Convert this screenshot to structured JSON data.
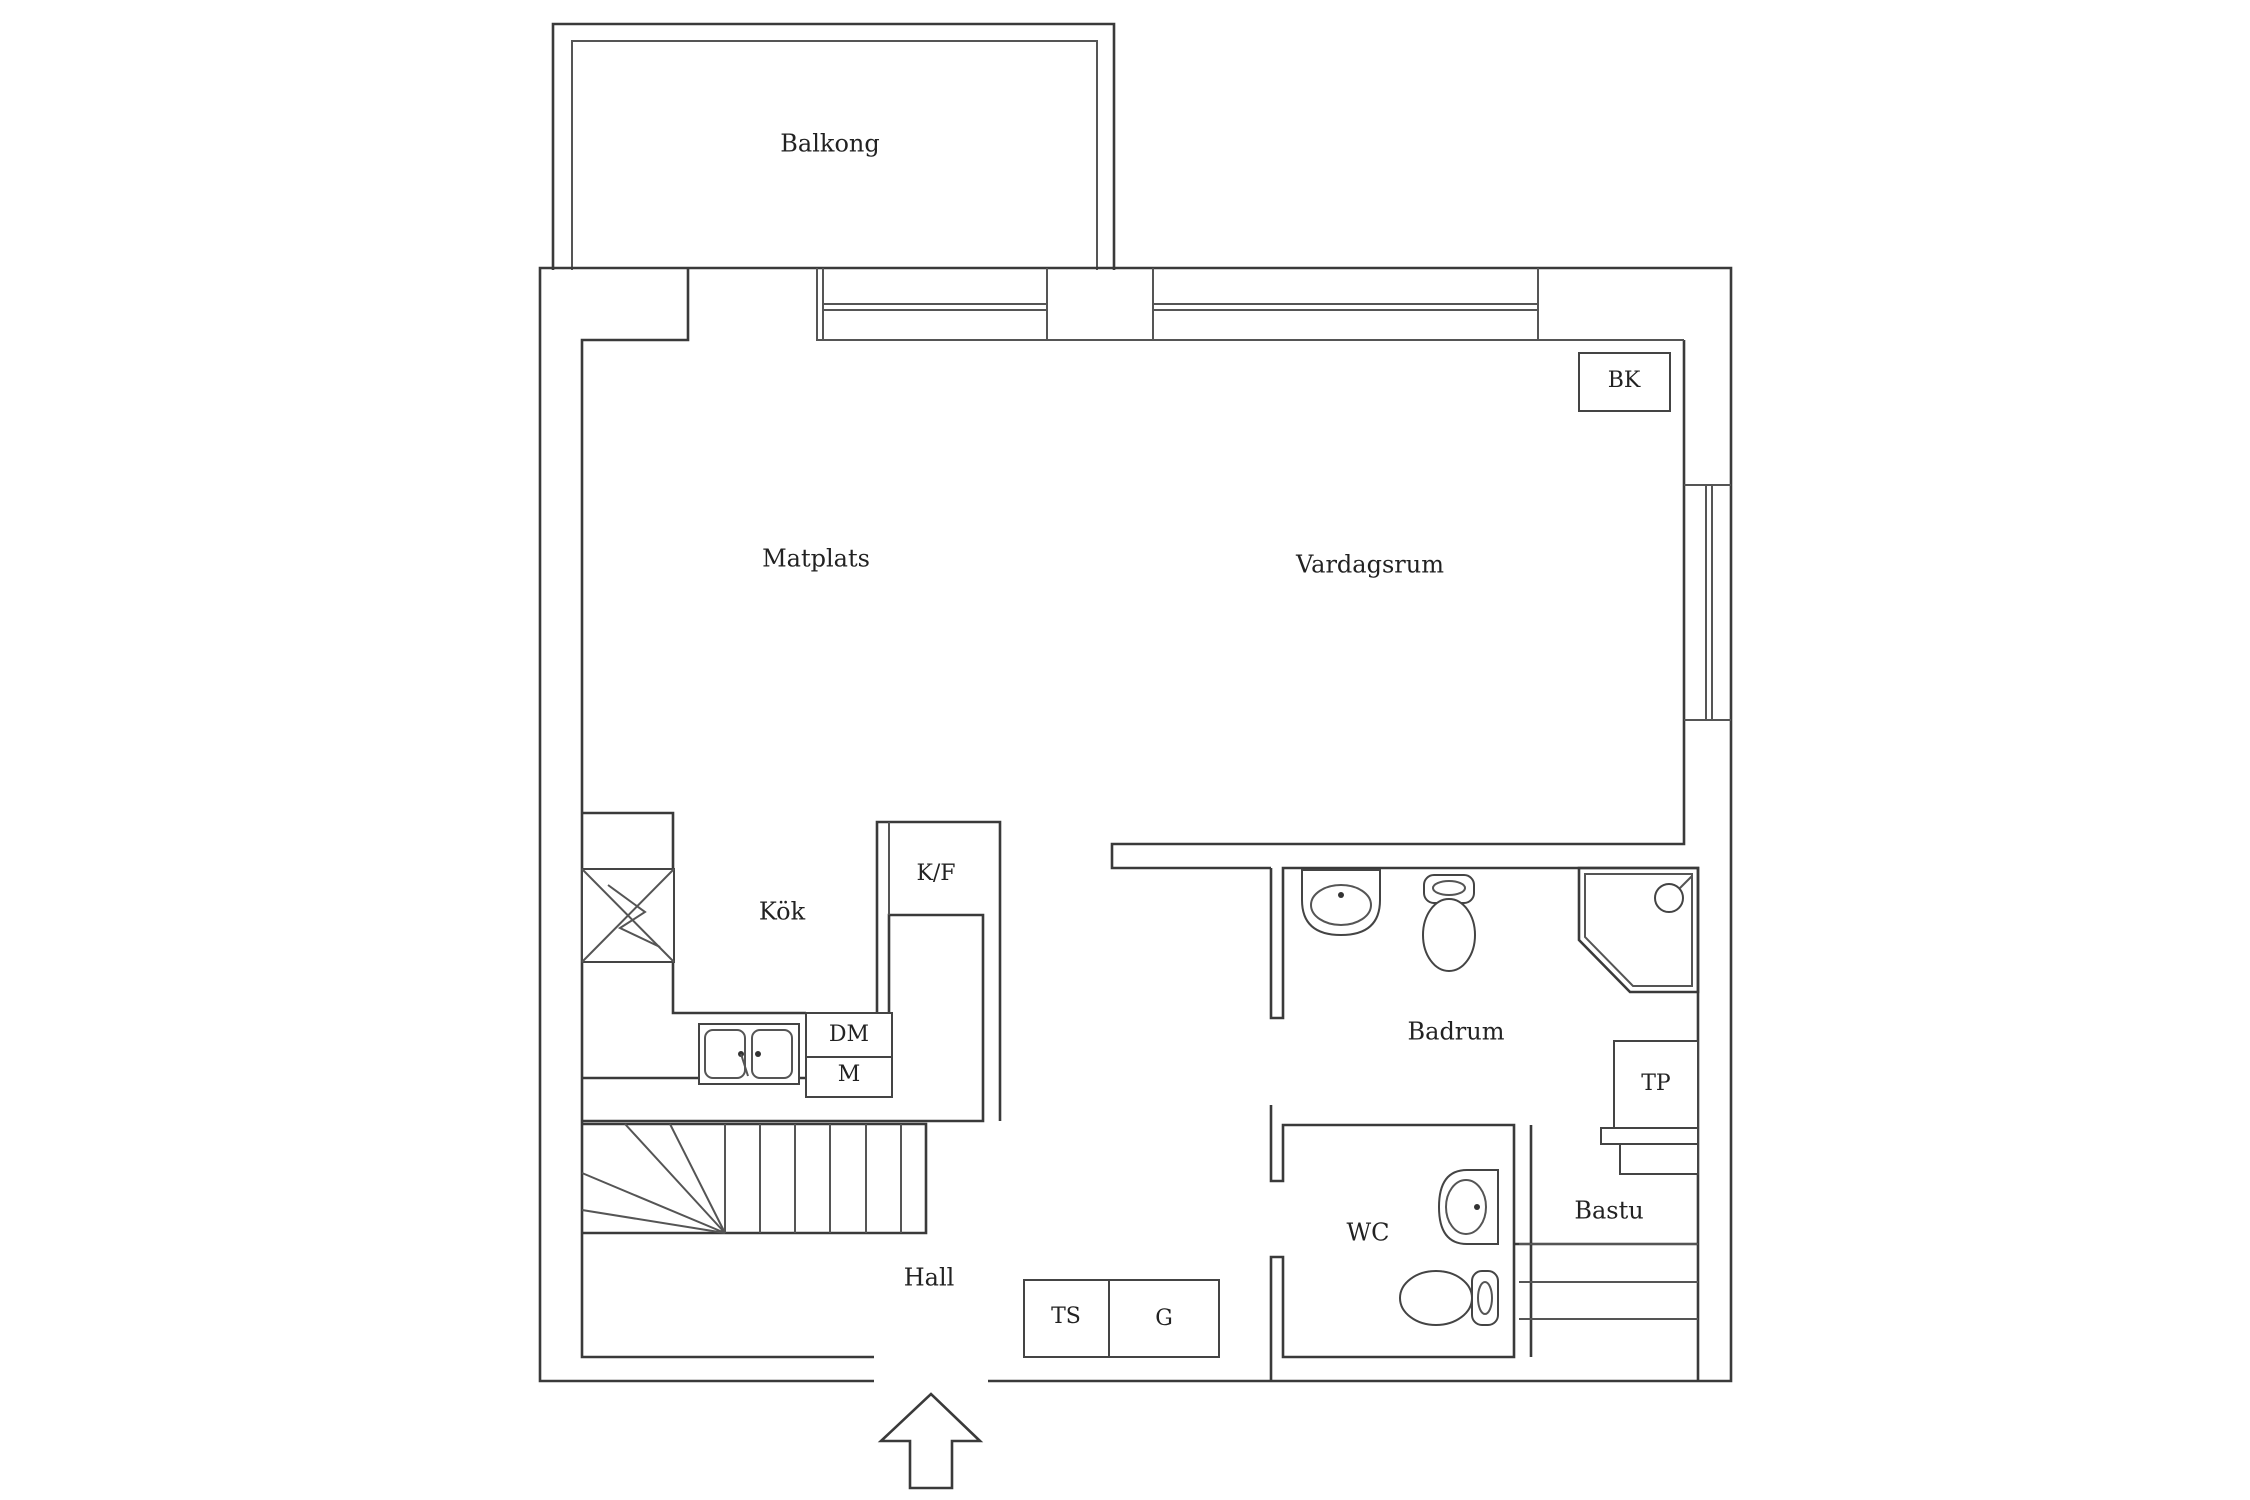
{
  "rooms": {
    "balkong": "Balkong",
    "matplats": "Matplats",
    "vardagsrum": "Vardagsrum",
    "kok": "Kök",
    "badrum": "Badrum",
    "wc": "WC",
    "bastu": "Bastu",
    "hall": "Hall"
  },
  "fixtures": {
    "bk": "BK",
    "kf": "K/F",
    "dm": "DM",
    "m": "M",
    "tp": "TP",
    "ts": "TS",
    "g": "G"
  },
  "icons": {
    "entrance": "entrance-arrow-icon",
    "stove": "stove-icon",
    "sink": "kitchen-sink-icon",
    "basin": "washbasin-icon",
    "toilet": "toilet-icon",
    "shower": "shower-icon",
    "stairs": "staircase-icon"
  },
  "colors": {
    "line": "#3a3a3a",
    "background": "#ffffff"
  }
}
